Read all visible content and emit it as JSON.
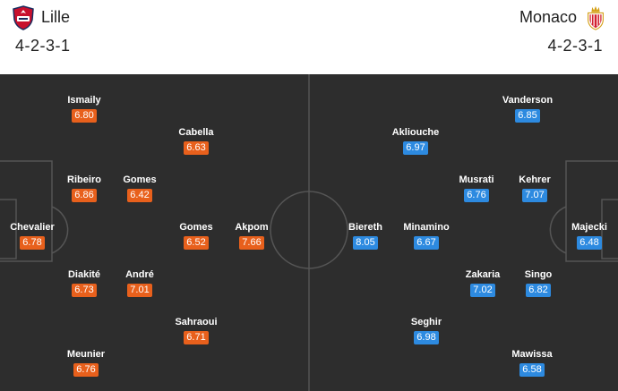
{
  "home": {
    "name": "Lille",
    "formation": "4-2-3-1",
    "rating_color": "#e8601c",
    "crest_icon": "lille-crest-icon",
    "players": [
      {
        "name": "Ismaily",
        "rating": "6.80"
      },
      {
        "name": "Cabella",
        "rating": "6.63"
      },
      {
        "name": "Ribeiro",
        "rating": "6.86"
      },
      {
        "name": "Gomes",
        "rating": "6.42"
      },
      {
        "name": "Chevalier",
        "rating": "6.78"
      },
      {
        "name": "Gomes",
        "rating": "6.52"
      },
      {
        "name": "Akpom",
        "rating": "7.66"
      },
      {
        "name": "Diakité",
        "rating": "6.73"
      },
      {
        "name": "André",
        "rating": "7.01"
      },
      {
        "name": "Sahraoui",
        "rating": "6.71"
      },
      {
        "name": "Meunier",
        "rating": "6.76"
      }
    ]
  },
  "away": {
    "name": "Monaco",
    "formation": "4-2-3-1",
    "rating_color": "#2d8ae0",
    "crest_icon": "monaco-crest-icon",
    "players": [
      {
        "name": "Vanderson",
        "rating": "6.85"
      },
      {
        "name": "Akliouche",
        "rating": "6.97"
      },
      {
        "name": "Musrati",
        "rating": "6.76"
      },
      {
        "name": "Kehrer",
        "rating": "7.07"
      },
      {
        "name": "Biereth",
        "rating": "8.05"
      },
      {
        "name": "Minamino",
        "rating": "6.67"
      },
      {
        "name": "Majecki",
        "rating": "6.48"
      },
      {
        "name": "Zakaria",
        "rating": "7.02"
      },
      {
        "name": "Singo",
        "rating": "6.82"
      },
      {
        "name": "Seghir",
        "rating": "6.98"
      },
      {
        "name": "Mawissa",
        "rating": "6.58"
      }
    ]
  },
  "pitch": {
    "background": "#2d2d2d",
    "line_color": "#555555"
  }
}
